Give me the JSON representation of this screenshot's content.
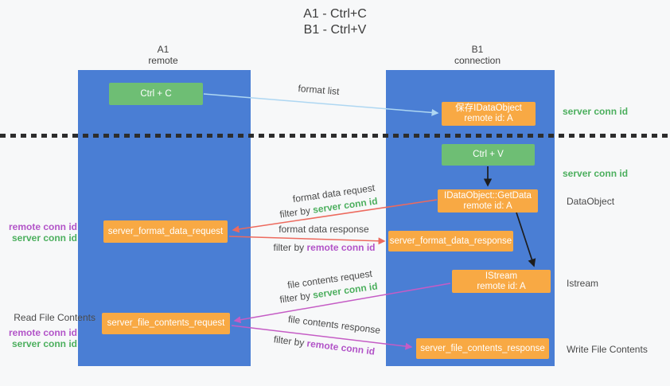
{
  "title": {
    "line1": "A1 - Ctrl+C",
    "line2": "B1 - Ctrl+V"
  },
  "columns": {
    "left": {
      "name": "A1",
      "subtitle": "remote"
    },
    "right": {
      "name": "B1",
      "subtitle": "connection"
    }
  },
  "nodes": {
    "ctrl_c": "Ctrl + C",
    "ctrl_v": "Ctrl + V",
    "save_dataobject": {
      "line1": "保存IDataObject",
      "line2": "remote id: A"
    },
    "getdata": {
      "line1": "IDataObject::GetData",
      "line2": "remote id: A"
    },
    "istream": {
      "line1": "IStream",
      "line2": "remote id: A"
    },
    "format_request": "server_format_data_request",
    "format_response": "server_format_data_response",
    "file_request": "server_file_contents_request",
    "file_response": "server_file_contents_response"
  },
  "arrow_labels": {
    "format_list": "format list",
    "format_data_request": "format data request",
    "format_data_response": "format data response",
    "file_contents_request": "file contents request",
    "file_contents_response": "file contents response",
    "filter_by": "filter by ",
    "server_conn_id": "server conn id",
    "remote_conn_id": "remote conn id"
  },
  "side_labels": {
    "server_conn_id_top": "server conn id",
    "server_conn_id_mid": "server conn id",
    "dataobject": "DataObject",
    "istream": "Istream",
    "write_file_contents": "Write File Contents",
    "read_file_contents": "Read File Contents",
    "remote_conn_id_top": "remote conn id",
    "server_conn_id_left_top": "server conn id",
    "remote_conn_id_bottom": "remote conn id",
    "server_conn_id_left_bottom": "server conn id"
  },
  "colors": {
    "bg": "#f7f8f9",
    "column_blue": "#4a7ed4",
    "node_green": "#6ebe74",
    "node_orange": "#f8a944",
    "text_green": "#4caf5e",
    "text_purple": "#b254c8",
    "arrow_red": "#ed6a5e",
    "arrow_magenta": "#c55cc5",
    "arrow_lightblue": "#aed7f2",
    "arrow_black": "#1d1d1d"
  }
}
